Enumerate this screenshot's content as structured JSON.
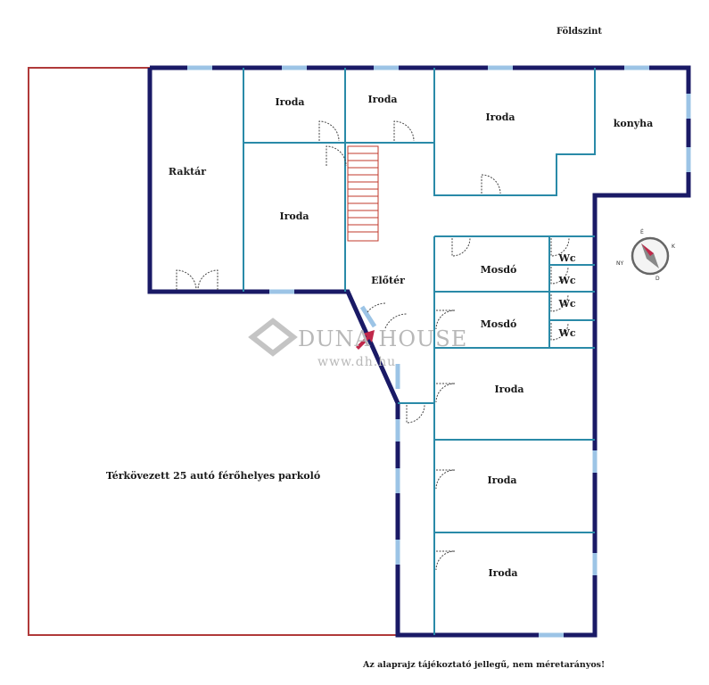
{
  "title": "Földszint",
  "note": "Az alaprajz tájékoztató jellegű, nem méretarányos!",
  "watermark": {
    "brand": "DUNA HOUSE",
    "url": "www.dh.hu"
  },
  "colors": {
    "outer_wall": "#1a1a66",
    "inner_wall": "#2a8aa8",
    "window": "#9cc4e6",
    "parking_border": "#b03a3a",
    "stairs": "#c0392b"
  },
  "rooms": {
    "raktar": "Raktár",
    "iroda_top_1": "Iroda",
    "iroda_top_2": "Iroda",
    "iroda_top_3": "Iroda",
    "konyha": "konyha",
    "iroda_mid": "Iroda",
    "eloter": "Előtér",
    "mosdo_1": "Mosdó",
    "mosdo_2": "Mosdó",
    "wc_1": "Wc",
    "wc_2": "Wc",
    "wc_3": "Wc",
    "wc_4": "Wc",
    "iroda_right_1": "Iroda",
    "iroda_right_2": "Iroda",
    "iroda_right_3": "Iroda",
    "parking": "Térkövezett 25 autó férőhelyes parkoló"
  },
  "compass": {
    "n": "É",
    "e": "K",
    "s": "D",
    "w": "NY",
    "icon": "compass-icon"
  }
}
